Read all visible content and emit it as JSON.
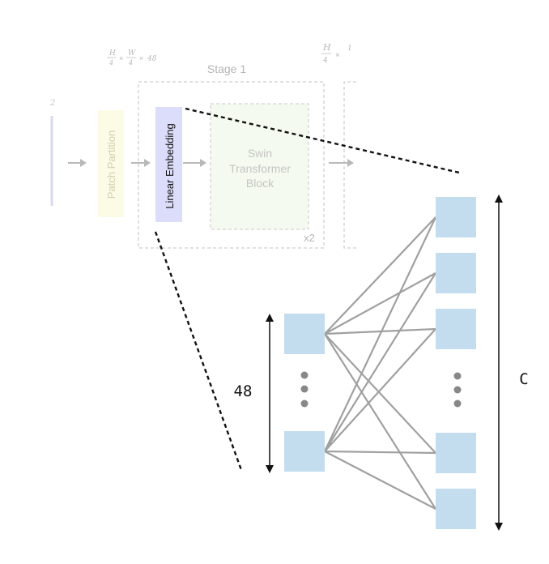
{
  "stage": {
    "title": "Stage 1",
    "repeat": "x2",
    "block_line1": "Swin",
    "block_line2": "Transformer",
    "block_line3": "Block",
    "partition_label": "Patch Partition",
    "embedding_label": "Linear Embedding",
    "dims_h": "H",
    "dims_w": "W",
    "dims_denom": "4",
    "dims_times": "×",
    "dims_channels": "48",
    "next_h": "H",
    "next_denom": "4",
    "next_times": "×",
    "next_c": "1"
  },
  "network": {
    "input_label": "48",
    "output_label": "C",
    "node_color": "#c3ddef",
    "edge_color": "#a0a0a0"
  },
  "colors": {
    "partition_fill": "#fdfde8",
    "embedding_fill": "#dcdcfb",
    "block_fill": "#eaf5e2"
  }
}
